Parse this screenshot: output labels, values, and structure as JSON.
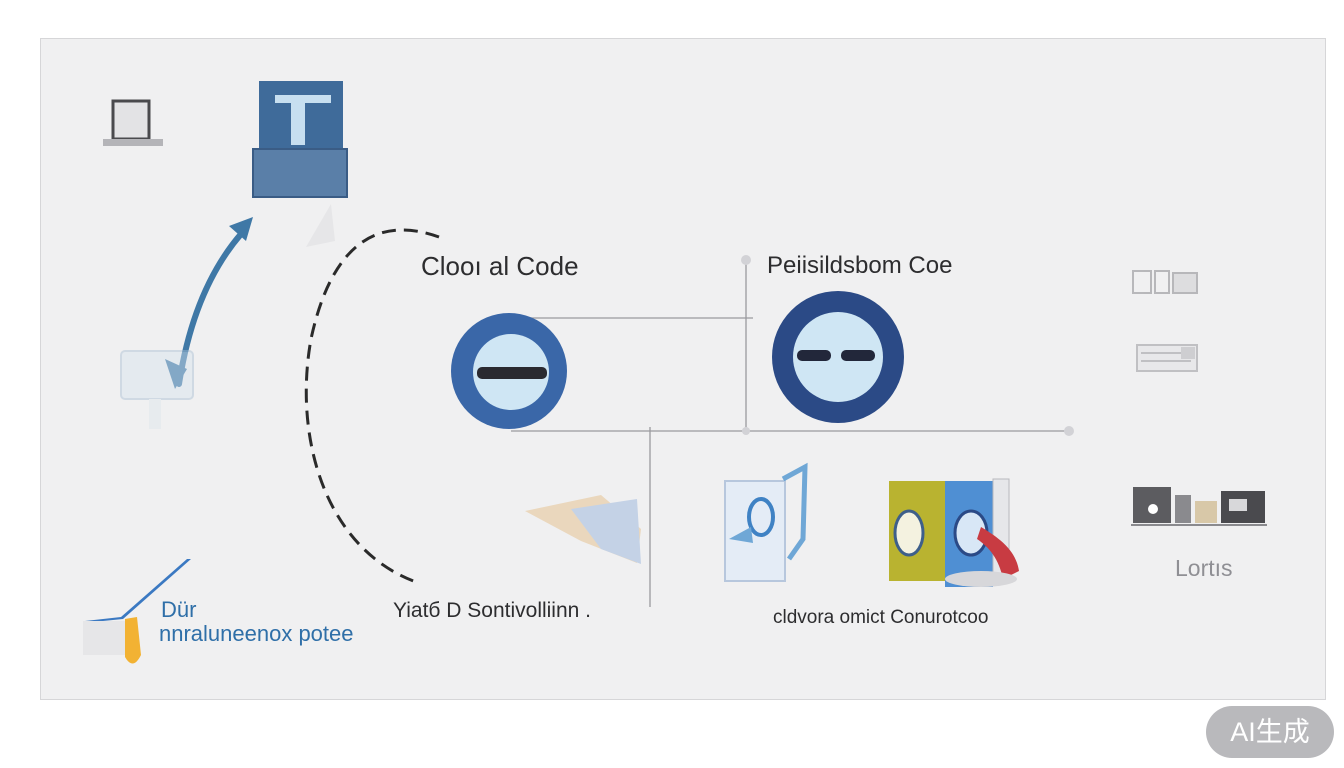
{
  "diagram": {
    "labels": {
      "left_node": "Clooı al Code",
      "right_node": "Peiisildsbom Coe",
      "bottom_left_line1": "Dür",
      "bottom_left_line2": "nnraluneenox potee",
      "bottom_center": "Yiatб D Sontivolliinn .",
      "bottom_right": "cldvora omict Conurotcoo",
      "far_right": "Lortıs"
    },
    "icons": [
      "server-icon",
      "document-icon",
      "monitor-icon",
      "cursor-icon",
      "folder-icon",
      "file-page-icon",
      "bookshelf-icon",
      "toolkit-icon",
      "grid-panel-icon",
      "pen-icon"
    ],
    "colors": {
      "primary_blue": "#3a67a8",
      "dark_navy": "#2b4a86",
      "light_blue": "#cfe6f4",
      "background": "#f0f0f1"
    }
  },
  "watermark": {
    "text": "AI生成"
  }
}
